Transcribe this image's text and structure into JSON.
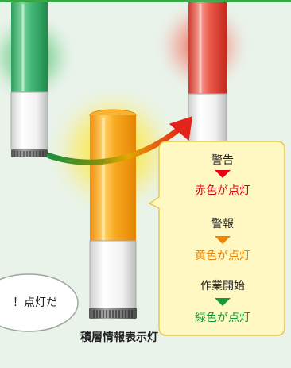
{
  "callout": {
    "items": [
      {
        "status": "警告",
        "state_text": "赤色が点灯",
        "color": "#e60012",
        "marker": "triangle-down-icon"
      },
      {
        "status": "警報",
        "state_text": "黄色が点灯",
        "color": "#ef8200",
        "marker": "triangle-down-icon"
      },
      {
        "status": "作業開始",
        "state_text": "緑色が点灯",
        "color": "#159a3a",
        "marker": "triangle-down-icon"
      }
    ]
  },
  "speech_bubble": {
    "text": "点灯だ！"
  },
  "product": {
    "caption": "積層情報表示灯"
  },
  "colors": {
    "background": "#e9f3ea",
    "lamp_green": "#3fae6a",
    "lamp_yellow": "#f6a11e",
    "lamp_red": "#e8473a",
    "callout_fill": "#fff8c2",
    "callout_border": "#e6c94a"
  }
}
